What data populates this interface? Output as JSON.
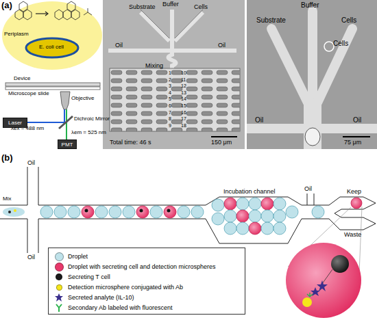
{
  "diagram": {
    "nodes": [
      {
        "text": [
          "Laser"
        ]
      },
      {
        "text": [
          "PMT"
        ]
      }
    ],
    "labels": [
      "(a)",
      "Periplasm",
      "E. coli cell",
      "Device",
      "Microscope slide",
      "Objective",
      "Dichroic Mirror",
      "λex = 488 nm",
      "λem = 525 nm",
      "Substrate",
      "Buffer",
      "Cells",
      "Oil",
      "Oil",
      "Mixing",
      "1",
      "2",
      "3",
      "4",
      "5",
      "6",
      "7",
      "8",
      "9",
      "10",
      "11",
      "12",
      "13",
      "14",
      "15",
      "16",
      "17",
      "18",
      "Total time: 46 s",
      "150 μm",
      "Buffer",
      "Substrate",
      "Cells",
      "Cells",
      "Oil",
      "Oil",
      "75 μm",
      "(b)",
      "Oil",
      "Oil",
      "Mix",
      "Incubation channel",
      "Oil",
      "Keep",
      "Waste"
    ],
    "legend": [
      {
        "text": "Droplet",
        "color": "#bfe2ea"
      },
      {
        "text": "Droplet with secreting cell and detection microspheres",
        "color": "#e8396b"
      },
      {
        "text": "Secreting T cell",
        "color": "#1a1a1a"
      },
      {
        "text": "Detection microsphere conjugated with Ab",
        "color": "#f5e61b"
      },
      {
        "text": "Secreted analyte (IL-10)"
      },
      {
        "text": "Secondary Ab labeled with fluorescent"
      }
    ]
  }
}
